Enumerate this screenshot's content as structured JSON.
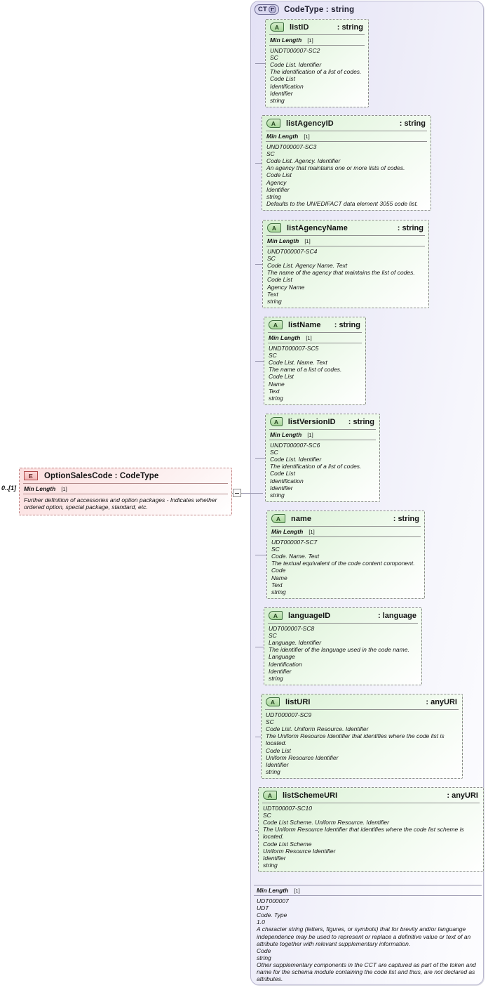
{
  "diagram": {
    "kind": "xsd-schema-diagram",
    "colors": {
      "panel_background": "#ecebf8",
      "panel_border": "#b9b7cf",
      "attribute_background": "#e6f6e2",
      "attribute_border": "#8a8a8a",
      "element_background": "#fce9e9",
      "element_border": "#c08484",
      "connector": "#9896ae"
    }
  },
  "complex_type": {
    "badge": "CT",
    "badge_plus_icon": "plus-icon",
    "title": "CodeType : string",
    "footer": {
      "facet_label": "Min Length",
      "facet_cardinality": "[1]",
      "lines": [
        "UDT000007",
        "UDT",
        "Code. Type",
        "1.0",
        "A character string (letters, figures, or symbols) that for brevity and/or languange independence may be used to represent or replace a definitive value or text of an attribute together with relevant supplementary information.",
        "Code",
        "string",
        "Other supplementary components in the CCT are captured as part of the token and name for the schema module containing the code list and thus, are not declared as attributes."
      ]
    }
  },
  "element": {
    "badge": "E",
    "title": "OptionSalesCode : CodeType",
    "cardinality": "0..[1]",
    "facet_label": "Min Length",
    "facet_cardinality": "[1]",
    "documentation": "Further definition of accessories and option packages - Indicates whether ordered option, special package, standard, etc."
  },
  "attributes": [
    {
      "badge": "A",
      "name": "listID",
      "type": ": string",
      "facet_label": "Min Length",
      "facet_cardinality": "[1]",
      "lines": [
        "UNDT000007-SC2",
        "SC",
        "Code List. Identifier",
        "The identification of a list of codes.",
        "Code List",
        "Identification",
        "Identifier",
        "string"
      ]
    },
    {
      "badge": "A",
      "name": "listAgencyID",
      "type": ": string",
      "facet_label": "Min Length",
      "facet_cardinality": "[1]",
      "lines": [
        "UNDT000007-SC3",
        "SC",
        "Code List. Agency. Identifier",
        "An agency that maintains one or more lists of codes.",
        "Code List",
        "Agency",
        "Identifier",
        "string",
        "Defaults to the UN/EDIFACT data element 3055 code list."
      ]
    },
    {
      "badge": "A",
      "name": "listAgencyName",
      "type": ": string",
      "facet_label": "Min Length",
      "facet_cardinality": "[1]",
      "lines": [
        "UNDT000007-SC4",
        "SC",
        "Code List. Agency Name. Text",
        "The name of the agency that maintains the list of codes.",
        "Code List",
        "Agency Name",
        "Text",
        "string"
      ]
    },
    {
      "badge": "A",
      "name": "listName",
      "type": ": string",
      "facet_label": "Min Length",
      "facet_cardinality": "[1]",
      "lines": [
        "UNDT000007-SC5",
        "SC",
        "Code List. Name. Text",
        "The name of a list of codes.",
        "Code List",
        "Name",
        "Text",
        "string"
      ]
    },
    {
      "badge": "A",
      "name": "listVersionID",
      "type": ": string",
      "facet_label": "Min Length",
      "facet_cardinality": "[1]",
      "lines": [
        "UNDT000007-SC6",
        "SC",
        "Code List. Identifier",
        "The identification of a list of codes.",
        "Code List",
        "Identification",
        "Identifier",
        "string"
      ]
    },
    {
      "badge": "A",
      "name": "name",
      "type": ": string",
      "facet_label": "Min Length",
      "facet_cardinality": "[1]",
      "lines": [
        "UDT000007-SC7",
        "SC",
        "Code. Name. Text",
        "The textual equivalent of the code content component.",
        "Code",
        "Name",
        "Text",
        "string"
      ]
    },
    {
      "badge": "A",
      "name": "languageID",
      "type": ": language",
      "facet_label": "",
      "facet_cardinality": "",
      "lines": [
        "UDT000007-SC8",
        "SC",
        "Language. Identifier",
        "The identifier of the language used in the code name.",
        "Language",
        "Identification",
        "Identifier",
        "string"
      ]
    },
    {
      "badge": "A",
      "name": "listURI",
      "type": ": anyURI",
      "facet_label": "",
      "facet_cardinality": "",
      "lines": [
        "UDT000007-SC9",
        "SC",
        "Code List. Uniform Resource. Identifier",
        "The Uniform Resource Identifier that identifies where the code list is located.",
        "Code List",
        "Uniform Resource Identifier",
        "Identifier",
        "string"
      ]
    },
    {
      "badge": "A",
      "name": "listSchemeURI",
      "type": ": anyURI",
      "facet_label": "",
      "facet_cardinality": "",
      "lines": [
        "UDT000007-SC10",
        "SC",
        "Code List Scheme. Uniform Resource. Identifier",
        "The Uniform Resource Identifier that identifies where the code list scheme is located.",
        "Code List Scheme",
        "Uniform Resource Identifier",
        "Identifier",
        "string"
      ]
    }
  ]
}
